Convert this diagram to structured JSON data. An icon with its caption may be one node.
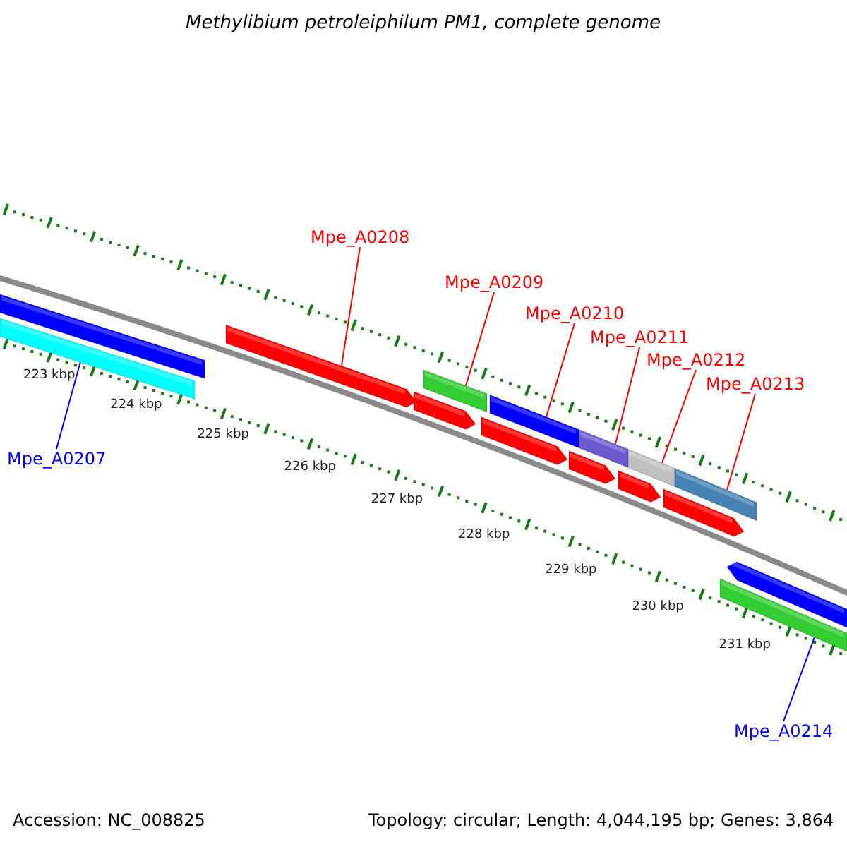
{
  "diagram": {
    "title": "Methylibium petroleiphilum PM1, complete genome",
    "nodes": [
      {
        "text": [
          "Mpe_A0208"
        ]
      },
      {
        "text": [
          "Mpe_A0209"
        ]
      },
      {
        "text": [
          "Mpe_A0210"
        ]
      },
      {
        "text": [
          "Mpe_A0211"
        ]
      },
      {
        "text": [
          "Mpe_A0212"
        ]
      },
      {
        "text": [
          "Mpe_A0213"
        ]
      },
      {
        "text": [
          "Mpe_A0207"
        ]
      },
      {
        "text": [
          "Mpe_A0214"
        ]
      },
      {
        "text": [],
        "shape": "bar"
      },
      {
        "text": [],
        "shape": "bar"
      },
      {
        "text": [],
        "shape": "bar"
      },
      {
        "text": [],
        "shape": "bar"
      },
      {
        "text": [],
        "shape": "bar"
      },
      {
        "text": [],
        "shape": "bar"
      },
      {
        "text": [],
        "shape": "bar"
      },
      {
        "text": [],
        "shape": "bar"
      },
      {
        "text": [],
        "shape": "bar"
      },
      {
        "text": [],
        "shape": "bar"
      },
      {
        "text": [],
        "shape": "bar"
      },
      {
        "text": [],
        "shape": "bar"
      },
      {
        "text": [],
        "shape": "bar"
      },
      {
        "text": [],
        "shape": "bar"
      },
      {
        "text": [],
        "shape": "bar"
      }
    ],
    "edges": [
      {
        "from": 0,
        "to": 10,
        "arrow": "none"
      },
      {
        "from": 1,
        "to": 11,
        "arrow": "none"
      },
      {
        "from": 2,
        "to": 13,
        "arrow": "none"
      },
      {
        "from": 3,
        "to": 15,
        "arrow": "none"
      },
      {
        "from": 4,
        "to": 17,
        "arrow": "none"
      },
      {
        "from": 5,
        "to": 19,
        "arrow": "none"
      },
      {
        "from": 6,
        "to": 9,
        "arrow": "none",
        "color": "#0000ff"
      },
      {
        "from": 7,
        "to": 22,
        "arrow": "none",
        "color": "#0000ff"
      }
    ],
    "labels": [
      "223 kbp",
      "224 kbp",
      "225 kbp",
      "226 kbp",
      "227 kbp",
      "228 kbp",
      "229 kbp",
      "230 kbp",
      "231 kbp",
      "Accession: NC_008825",
      "Topology: circular; Length: 4,044,195 bp; Genes: 3,864"
    ]
  }
}
